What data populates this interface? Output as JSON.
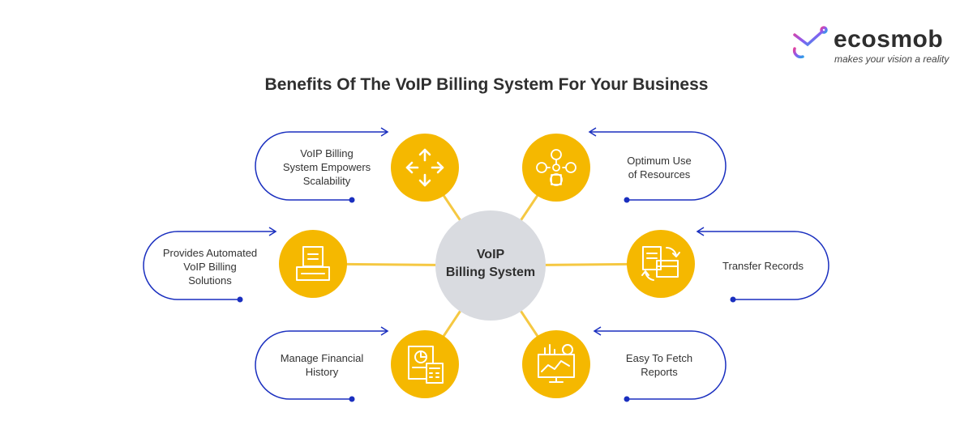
{
  "brand": {
    "name": "ecosmob",
    "tagline": "makes your vision a reality",
    "colors": {
      "gradient_start": "#e040a0",
      "gradient_mid": "#8a5cf0",
      "gradient_end": "#2f9be8"
    }
  },
  "title": "Benefits Of The VoIP Billing System For Your Business",
  "center": {
    "line1": "VoIP",
    "line2": "Billing System",
    "color": "#d9dbe0"
  },
  "colors": {
    "node": "#f5b800",
    "line": "#f5c842",
    "outline": "#1a2fbf"
  },
  "nodes": [
    {
      "id": "scalability",
      "lines": [
        "VoIP Billing",
        "System Empowers",
        "Scalability"
      ],
      "icon": "arrows-expand-icon"
    },
    {
      "id": "resources",
      "lines": [
        "Optimum Use",
        "of Resources"
      ],
      "icon": "resource-network-icon"
    },
    {
      "id": "automated",
      "lines": [
        "Provides Automated",
        "VoIP Billing",
        "Solutions"
      ],
      "icon": "receipt-printer-icon"
    },
    {
      "id": "transfer",
      "lines": [
        "Transfer Records"
      ],
      "icon": "transfer-documents-icon"
    },
    {
      "id": "financial",
      "lines": [
        "Manage Financial",
        "History"
      ],
      "icon": "financial-calculator-icon"
    },
    {
      "id": "reports",
      "lines": [
        "Easy To Fetch",
        "Reports"
      ],
      "icon": "report-dashboard-icon"
    }
  ]
}
